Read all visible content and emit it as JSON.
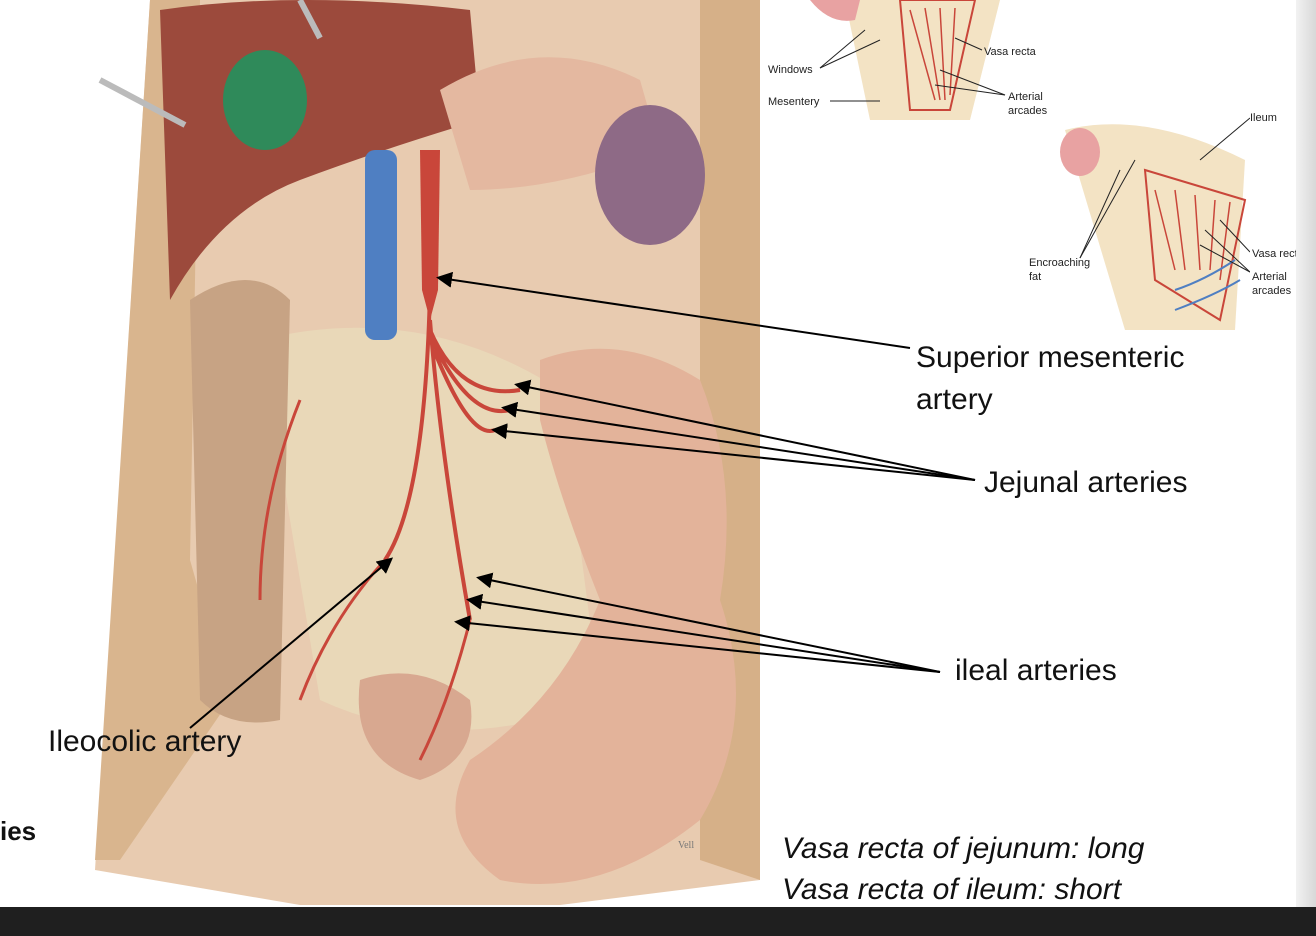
{
  "labels": {
    "sma_line1": "Superior mesenteric",
    "sma_line2": "artery",
    "jejunal": "Jejunal arteries",
    "ileal": "ileal arteries",
    "ileocolic": "Ileocolic artery",
    "cut_text": "ies"
  },
  "inset_jejunum": {
    "windows": "Windows",
    "mesentery": "Mesentery",
    "vasa_recta": "Vasa recta",
    "arterial": "Arterial",
    "arcades": "arcades"
  },
  "inset_ileum": {
    "ileum": "Ileum",
    "encroaching": "Encroaching",
    "fat": "fat",
    "vasa_recta": "Vasa recta",
    "arterial": "Arterial",
    "arcades": "arcades"
  },
  "notes": {
    "line1": "Vasa recta of jejunum: long",
    "line2": "Vasa recta of ileum: short"
  },
  "signature": "Vell",
  "colors": {
    "artery": "#c9463a",
    "vein": "#4f7fc2",
    "liver": "#9c4a3c",
    "gallbladder": "#2f8a5a",
    "bowel": "#e3b39a",
    "mesentery": "#e9d8b8",
    "wall": "#d9b58e"
  }
}
